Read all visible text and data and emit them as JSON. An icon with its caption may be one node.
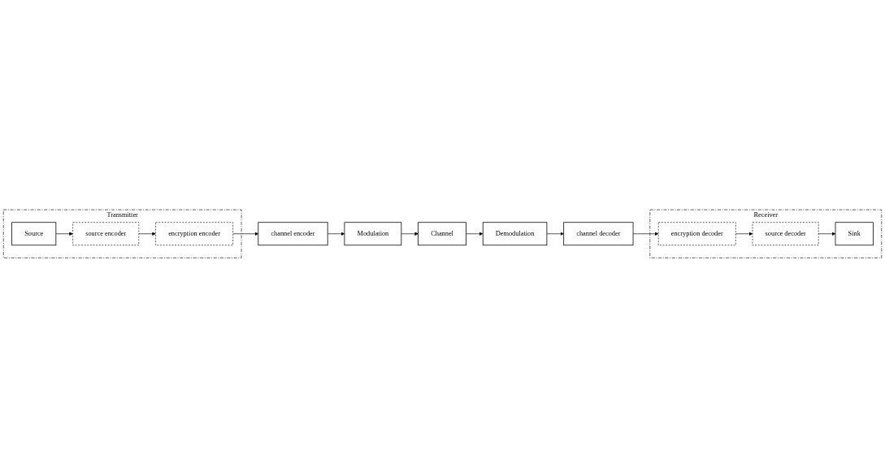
{
  "diagram": {
    "nodes": [
      {
        "text": [
          "Transmitter"
        ]
      },
      {
        "text": [
          "Source"
        ],
        "in": 0
      },
      {
        "text": [
          "source encoder"
        ],
        "in": 0
      },
      {
        "text": [
          "encryption encoder"
        ],
        "in": 0
      },
      {
        "text": [
          "channel encoder"
        ]
      },
      {
        "text": [
          "Modulation"
        ]
      },
      {
        "text": [
          "Channel"
        ]
      },
      {
        "text": [
          "Receiver"
        ]
      },
      {
        "text": [
          "Sink"
        ],
        "in": 7
      },
      {
        "text": [
          "source decoder"
        ],
        "in": 7
      },
      {
        "text": [
          "encryption decoder"
        ],
        "in": 7
      },
      {
        "text": [
          "channel decoder"
        ]
      },
      {
        "text": [
          "Demodulation"
        ]
      }
    ],
    "edges": [
      {
        "from": 1,
        "to": 2,
        "arrow": "to"
      },
      {
        "from": 2,
        "to": 3,
        "arrow": "to"
      },
      {
        "from": 3,
        "to": 4,
        "arrow": "to"
      },
      {
        "from": 4,
        "to": 5,
        "arrow": "to"
      },
      {
        "from": 5,
        "to": 6,
        "arrow": "to"
      },
      {
        "from": 6,
        "to": 12,
        "arrow": "to"
      },
      {
        "from": 12,
        "to": 11,
        "arrow": "to"
      },
      {
        "from": 11,
        "to": 10,
        "arrow": "to"
      },
      {
        "from": 10,
        "to": 9,
        "arrow": "to"
      },
      {
        "from": 9,
        "to": 8,
        "arrow": "to"
      }
    ]
  }
}
